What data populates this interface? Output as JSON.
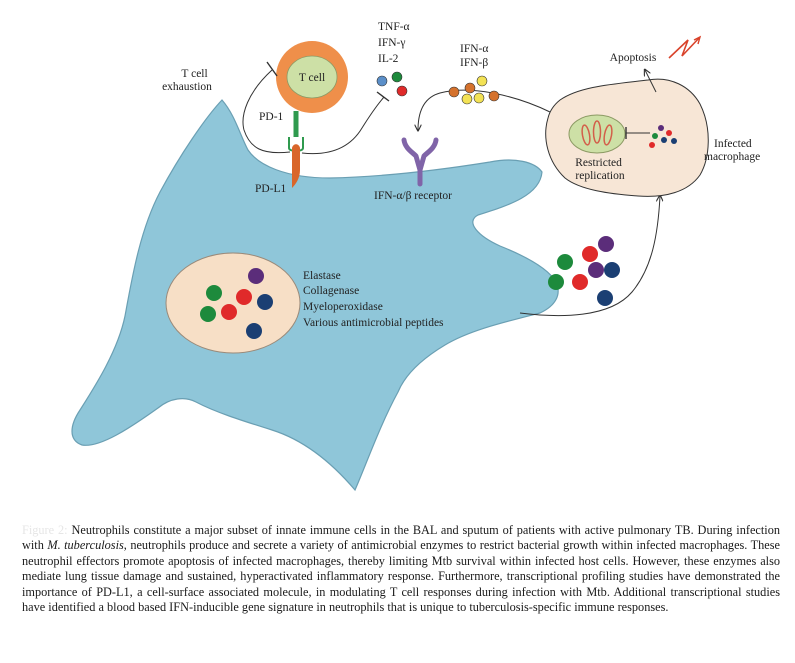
{
  "diagram": {
    "labels": {
      "t_cell": "T cell",
      "t_cell_exhaustion": [
        "T cell",
        "exhaustion"
      ],
      "pd1": "PD-1",
      "pdl1": "PD-L1",
      "cytokines": [
        "TNF-α",
        "IFN-γ",
        "IL-2"
      ],
      "ifns": [
        "IFN-α",
        "IFN-β"
      ],
      "ifn_receptor": "IFN-α/β receptor",
      "apoptosis": "Apoptosis",
      "restricted_replication": [
        "Restricted",
        "replication"
      ],
      "infected_macrophage": [
        "Infected",
        "macrophage"
      ],
      "enzymes": [
        "Elastase",
        "Collagenase",
        "Myeloperoxidase",
        "Various antimicrobial peptides"
      ]
    },
    "colors": {
      "neutrophil": "#8fc6d9",
      "neutrophil_outline": "#6a9fb3",
      "granule_sac": "#f7dfc6",
      "t_cell_ring": "#ef8f4a",
      "t_cell_core": "#cde0a6",
      "macrophage": "#f7e6d6",
      "receptor": "#8064a8",
      "pd1": "#2f9a4e",
      "pdl1": "#d9662a",
      "granule_green": "#1d8a3c",
      "granule_red": "#e02a2a",
      "granule_purple": "#5b2d7a",
      "granule_navy": "#1b3f73",
      "ifn_orange": "#d5722d",
      "ifn_yellow": "#f3e255",
      "lightning": "#d9432b"
    }
  },
  "caption": {
    "label": "Figure 2:",
    "text_1": "Neutrophils constitute a major subset of innate immune cells in the BAL and sputum of patients with active pulmonary TB. During infection with ",
    "italic": "M. tuberculosis",
    "text_2": ", neutrophils produce and secrete a variety of antimicrobial enzymes to restrict bacterial growth within infected macrophages. These neutrophil effectors promote apoptosis of infected macrophages, thereby limiting Mtb survival within infected host cells. However, these enzymes also mediate lung tissue damage and sustained, hyperactivated inflammatory response. Furthermore, transcriptional profiling studies have demonstrated the importance of PD-L1, a cell-surface associated molecule, in modulating T cell responses during infection with Mtb. Additional transcriptional studies have identified a blood based IFN-inducible gene signature in neutrophils that is unique to tuberculosis-specific immune responses."
  }
}
